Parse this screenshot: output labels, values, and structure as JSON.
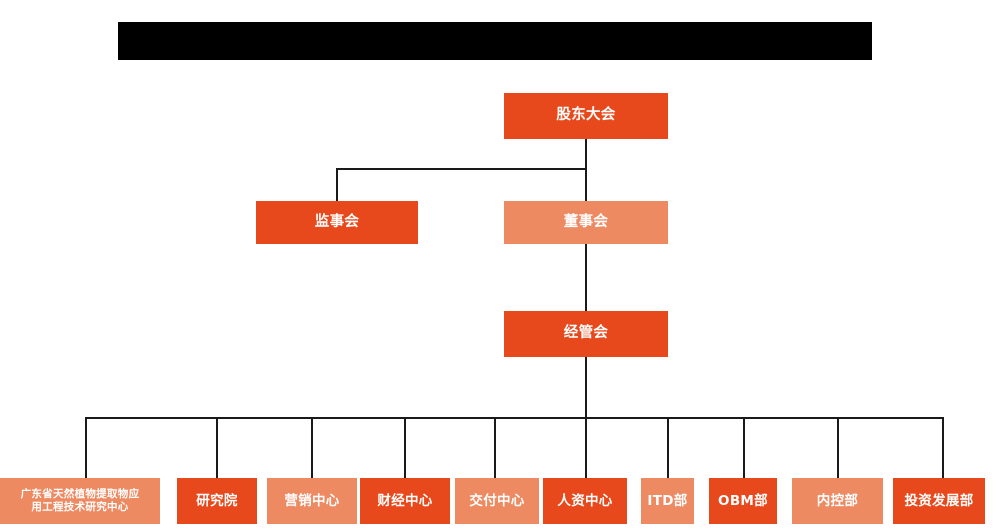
{
  "diagram": {
    "title_bar": {
      "name": "redacted-title-bar",
      "text": "",
      "color": "#000000"
    },
    "colors": {
      "primary_dark": "#E8491C",
      "primary_light": "#EE8A62",
      "connector": "#1a1a1a",
      "background": "#ffffff",
      "label_text": "#ffffff"
    },
    "type": "organizational-chart",
    "levels": [
      {
        "level": 1,
        "nodes": [
          {
            "id": "shareholders",
            "label": "股东大会",
            "tone": "dark"
          }
        ]
      },
      {
        "level": 2,
        "nodes": [
          {
            "id": "supervisors",
            "label": "监事会",
            "tone": "dark"
          },
          {
            "id": "directors",
            "label": "董事会",
            "tone": "light"
          }
        ]
      },
      {
        "level": 3,
        "nodes": [
          {
            "id": "management",
            "label": "经管会",
            "tone": "dark"
          }
        ]
      },
      {
        "level": 4,
        "nodes": [
          {
            "id": "research-center",
            "label": "广东省天然植物提取物应\n用工程技术研究中心",
            "tone": "light"
          },
          {
            "id": "institute",
            "label": "研究院",
            "tone": "dark"
          },
          {
            "id": "marketing",
            "label": "营销中心",
            "tone": "light"
          },
          {
            "id": "finance",
            "label": "财经中心",
            "tone": "dark"
          },
          {
            "id": "delivery",
            "label": "交付中心",
            "tone": "light"
          },
          {
            "id": "hr",
            "label": "人资中心",
            "tone": "dark"
          },
          {
            "id": "itd",
            "label": "ITD部",
            "tone": "light"
          },
          {
            "id": "obm",
            "label": "OBM部",
            "tone": "dark"
          },
          {
            "id": "internal-control",
            "label": "内控部",
            "tone": "light"
          },
          {
            "id": "investment",
            "label": "投资发展部",
            "tone": "dark"
          }
        ]
      }
    ]
  }
}
